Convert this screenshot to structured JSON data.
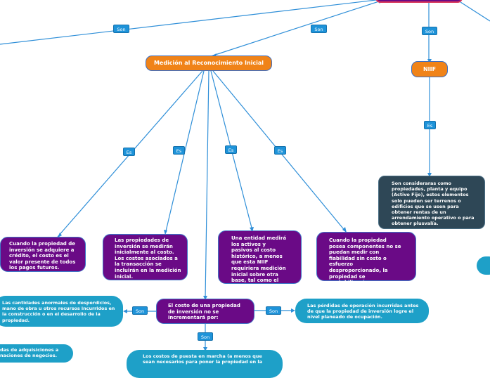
{
  "center_title": "Medición al Reconocimiento Inicial",
  "niif": "NIIF",
  "connectors": {
    "son": "Son",
    "es": "Es"
  },
  "nodes": {
    "niif_desc": "Son consideraras como propiedades, planta y equipo (Activo Fijo), estos elementos solo pueden ser terrenos o edificios que se usen para obtener rentas de un arrendamiento operativo o para obtener plusvalía.",
    "credito": "Cuando la propiedad de inversión se adquiere a crédito, el costo es el valor presente de todos los pagos futuros.",
    "medicion_costo": "Las propiedades de inversión se medirán inicialmente al costo. Los costos asociados a la transacción se incluirán en la medición inicial.",
    "costo_historico": "Una entidad medirá los activos y pasivos al costo histórico, a menos que esta NIIF requiriera medición inicial sobre otra base, tal como el valor razonable.",
    "componentes": "Cuando la propiedad posea componentes no se puedan medir con fiabilidad sin costo o esfuerzo desproporcionado, la propiedad se contabilizará en su conjunto.",
    "no_incrementara": "El costo de una propiedad de inversión no se incrementará por:",
    "anormales": "Las cantidades anormales de desperdicios, mano de obra u otros recursos incurridos en la construcción o en el desarrollo de la propiedad.",
    "perdidas": "Las pérdidas de operación incurridas antes de que la propiedad de inversión logre el nivel planeado de ocupación.",
    "adquisiciones": "das de adquisiciones a naciones de negocios.",
    "puesta_marcha": "Los costos de puesta en marcha (a menos que sean necesarios para poner la propiedad en la"
  }
}
